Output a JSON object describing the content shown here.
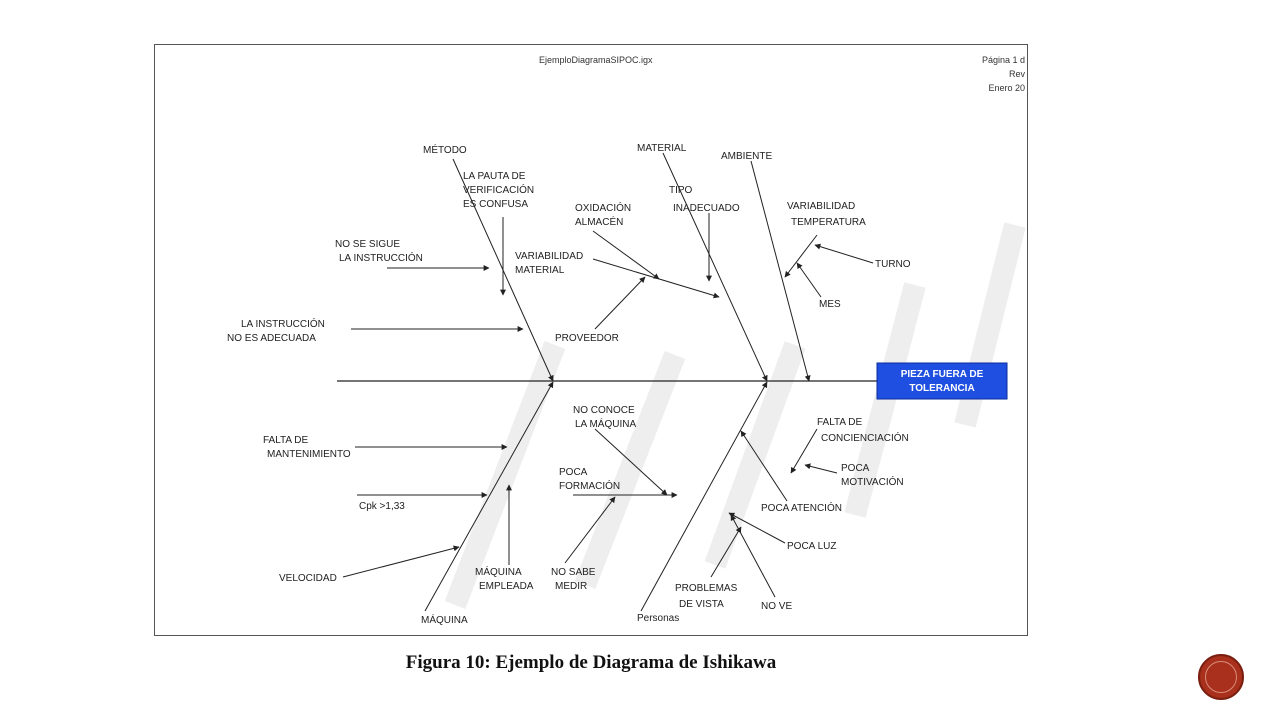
{
  "header": {
    "filename": "EjemploDiagramaSIPOC.igx",
    "page_lines": [
      "Página 1 d",
      "Rev",
      "Enero 20"
    ]
  },
  "effect": {
    "lines": [
      "PIEZA FUERA DE",
      "TOLERANCIA"
    ],
    "color": "#1f4fe0"
  },
  "categories": {
    "metodo": "MÉTODO",
    "material": "MATERIAL",
    "ambiente": "AMBIENTE",
    "maquina": "MÁQUINA",
    "personas": "Personas"
  },
  "causes": {
    "pauta": [
      "LA PAUTA DE",
      "VERIFICACIÓN",
      "ES CONFUSA"
    ],
    "no_sigue": [
      "NO SE SIGUE",
      "LA INSTRUCCIÓN"
    ],
    "instruccion": [
      "LA INSTRUCCIÓN",
      "NO ES ADECUADA"
    ],
    "oxidacion": [
      "OXIDACIÓN",
      "ALMACÉN"
    ],
    "tipo": [
      "TIPO",
      "INADECUADO"
    ],
    "variabilidad_material": [
      "VARIABILIDAD",
      "MATERIAL"
    ],
    "proveedor": [
      "PROVEEDOR"
    ],
    "variabilidad_temp": [
      "VARIABILIDAD",
      "TEMPERATURA"
    ],
    "turno": [
      "TURNO"
    ],
    "mes": [
      "MES"
    ],
    "falta_mant": [
      "FALTA DE",
      "MANTENIMIENTO"
    ],
    "cpk": [
      "Cpk >1,33"
    ],
    "velocidad": [
      "VELOCIDAD"
    ],
    "maquina_empleada": [
      "MÁQUINA",
      "EMPLEADA"
    ],
    "no_conoce": [
      "NO CONOCE",
      "LA MÁQUINA"
    ],
    "poca_formacion": [
      "POCA",
      "FORMACIÓN"
    ],
    "no_sabe": [
      "NO SABE",
      "MEDIR"
    ],
    "falta_conc": [
      "FALTA DE",
      "CONCIENCIACIÓN"
    ],
    "poca_motivacion": [
      "POCA",
      "MOTIVACIÓN"
    ],
    "poca_atencion": [
      "POCA ATENCIÓN"
    ],
    "poca_luz": [
      "POCA LUZ"
    ],
    "problemas_vista": [
      "PROBLEMAS",
      "DE VISTA"
    ],
    "no_ve": [
      "NO VE"
    ]
  },
  "caption": "Figura 10: Ejemplo de Diagrama de Ishikawa",
  "colors": {
    "nav_button": "#a8301c",
    "lines": "#222222"
  }
}
